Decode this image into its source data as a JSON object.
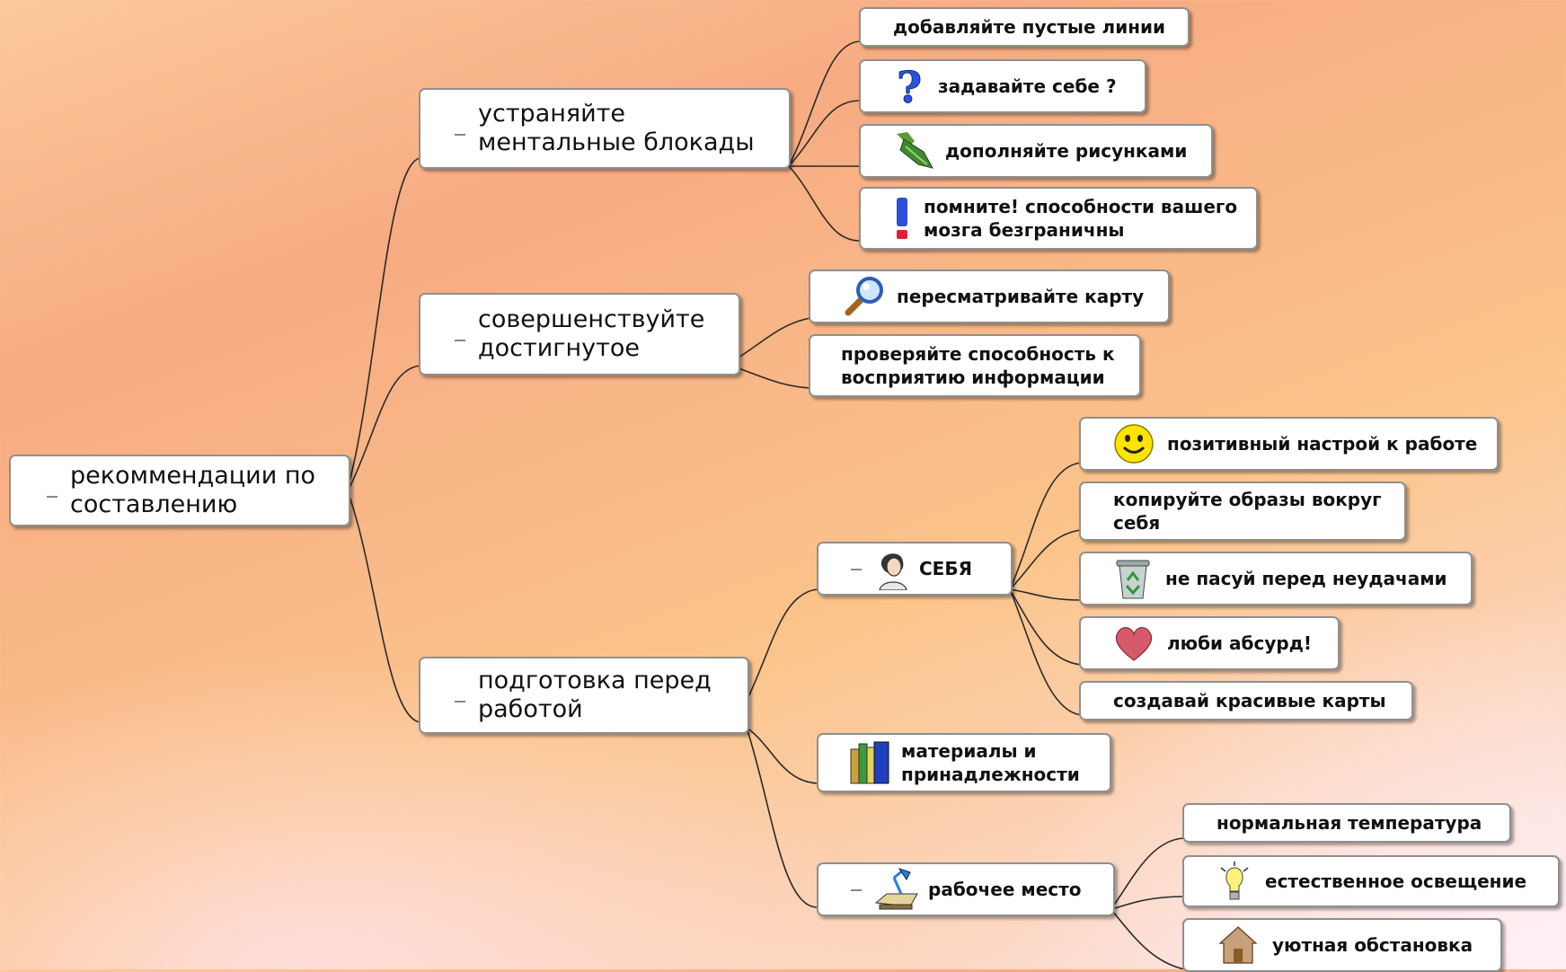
{
  "root": {
    "label": "рекоммендации по\nсоставлению"
  },
  "branches": {
    "blocks": {
      "label": "устраняйте\nментальные блокады",
      "children": [
        {
          "label": "добавляйте пустые линии",
          "icon": ""
        },
        {
          "label": "задавайте себе ?",
          "icon": "question-icon"
        },
        {
          "label": "дополняйте рисунками",
          "icon": "pencil-icon"
        },
        {
          "label": "помните! способности вашего\nмозга безграничны",
          "icon": "exclamation-icon"
        }
      ]
    },
    "improve": {
      "label": "совершенствуйте\nдостигнутое",
      "children": [
        {
          "label": "пересматривайте карту",
          "icon": "magnifier-icon"
        },
        {
          "label": "проверяйте способность к\nвосприятию информации",
          "icon": ""
        }
      ]
    },
    "prepare": {
      "label": "подготовка перед\nработой",
      "children": {
        "self": {
          "label": "СЕБЯ",
          "icon": "person-icon",
          "children": [
            {
              "label": "позитивный настрой к работе",
              "icon": "smiley-icon"
            },
            {
              "label": "копируйте образы вокруг\nсебя",
              "icon": ""
            },
            {
              "label": "не пасуй перед неудачами",
              "icon": "recycle-bin-icon"
            },
            {
              "label": "люби абсурд!",
              "icon": "heart-icon"
            },
            {
              "label": "создавай красивые карты",
              "icon": ""
            }
          ]
        },
        "materials": {
          "label": "материалы и\nпринадлежности",
          "icon": "books-icon"
        },
        "workplace": {
          "label": "рабочее место",
          "icon": "desk-lamp-icon",
          "children": [
            {
              "label": "нормальная температура",
              "icon": ""
            },
            {
              "label": "естественное освещение",
              "icon": "lightbulb-icon"
            },
            {
              "label": "уютная обстановка",
              "icon": "house-icon"
            }
          ]
        }
      }
    }
  }
}
